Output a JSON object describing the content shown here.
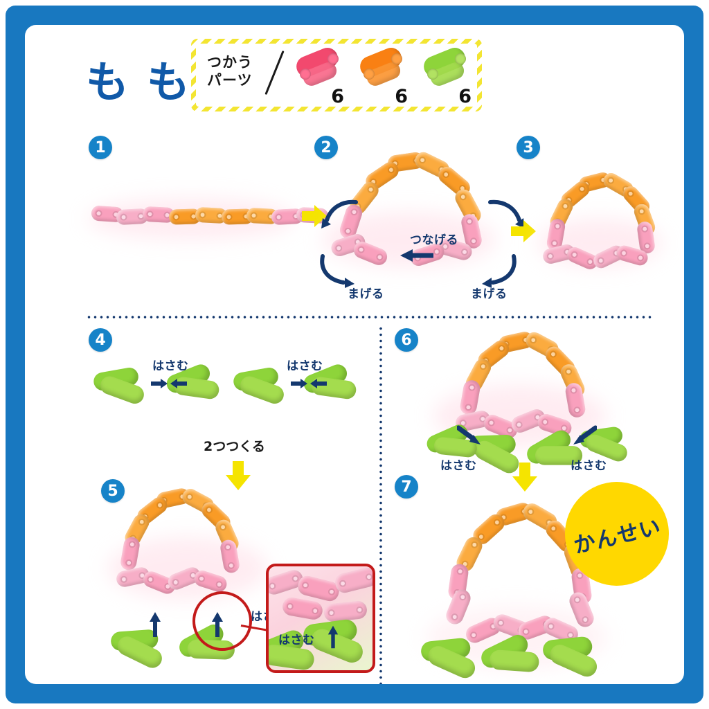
{
  "page": {
    "title": "もも",
    "border_color": "#1878c0",
    "title_color": "#1059a8"
  },
  "legend": {
    "label_line1": "つかう",
    "label_line2": "パーツ",
    "divider": "/",
    "parts": [
      {
        "name": "pink-clip-part",
        "color": "#f2496e",
        "count": "6"
      },
      {
        "name": "orange-clip-part",
        "color": "#f98013",
        "count": "6"
      },
      {
        "name": "green-clip-part",
        "color": "#8ed43a",
        "count": "6"
      }
    ]
  },
  "steps": [
    {
      "number": "1",
      "name": "step-1"
    },
    {
      "number": "2",
      "name": "step-2"
    },
    {
      "number": "3",
      "name": "step-3"
    },
    {
      "number": "4",
      "name": "step-4"
    },
    {
      "number": "5",
      "name": "step-5"
    },
    {
      "number": "6",
      "name": "step-6"
    },
    {
      "number": "7",
      "name": "step-7"
    }
  ],
  "labels": {
    "connect": "つなげる",
    "bend_left": "まげる",
    "bend_right": "まげる",
    "pinch": "はさむ",
    "make_two": "2つつくる",
    "complete": "かんせい"
  },
  "colors": {
    "pink": "#f9a0bd",
    "pink_dark": "#f07ea4",
    "orange": "#f99b26",
    "orange_dark": "#f07f12",
    "green": "#8ed43a",
    "green_light": "#a4dc4e",
    "yellow_arrow": "#f5e400",
    "blue_badge": "#1683c8",
    "navy_text": "#14386e",
    "red_callout": "#c31a1a",
    "kansei_bg": "#ffd800"
  }
}
